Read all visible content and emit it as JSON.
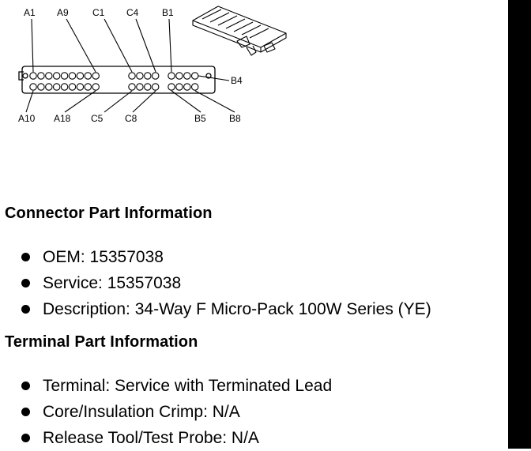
{
  "diagram": {
    "pin_labels_top": [
      "A1",
      "A9",
      "C1",
      "C4",
      "B1"
    ],
    "pin_labels_bottom": [
      "A10",
      "A18",
      "C5",
      "C8",
      "B5",
      "B8"
    ],
    "pin_label_side": "B4"
  },
  "connector_section": {
    "heading": "Connector Part Information",
    "items": [
      {
        "label": "OEM: ",
        "value": "15357038"
      },
      {
        "label": "Service: ",
        "value": "15357038"
      },
      {
        "label": "Description: ",
        "value": "34-Way F Micro-Pack 100W Series (YE)"
      }
    ]
  },
  "terminal_section": {
    "heading": "Terminal Part Information",
    "items": [
      {
        "label": "Terminal: ",
        "value": "Service with Terminated Lead"
      },
      {
        "label": "Core/Insulation Crimp: ",
        "value": "N/A"
      },
      {
        "label": "Release Tool/Test Probe: ",
        "value": "N/A"
      }
    ]
  }
}
